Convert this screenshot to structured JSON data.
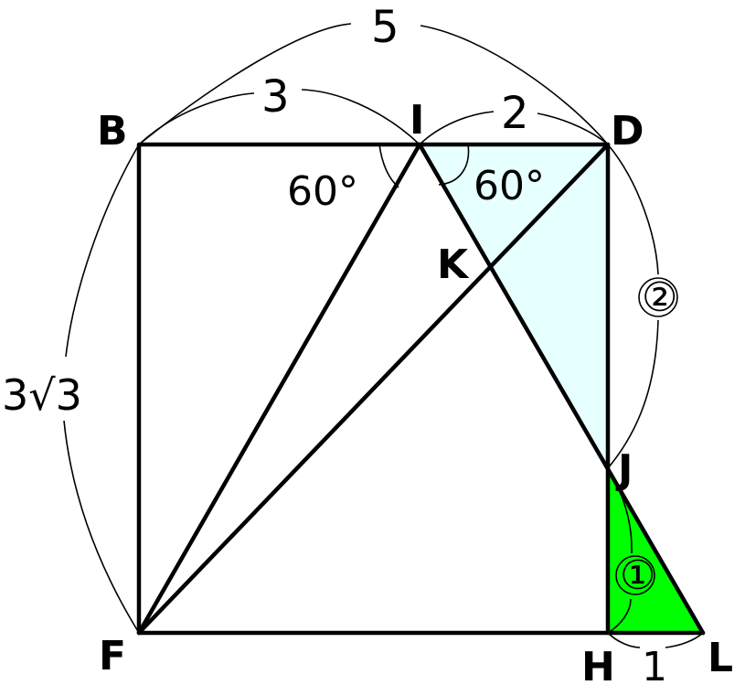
{
  "points": {
    "B": "B",
    "I": "I",
    "D": "D",
    "K": "K",
    "J": "J",
    "F": "F",
    "H": "H",
    "L": "L"
  },
  "lengths": {
    "bd_total": "5",
    "bi": "3",
    "id": "2",
    "bf": "3√3",
    "dj": "②",
    "jh": "①",
    "hl": "1"
  },
  "angles": {
    "bif": "60°",
    "dij": "60°"
  },
  "colors": {
    "light_fill": "#e6ffff",
    "green_fill": "#00ff00",
    "stroke": "#000000"
  }
}
